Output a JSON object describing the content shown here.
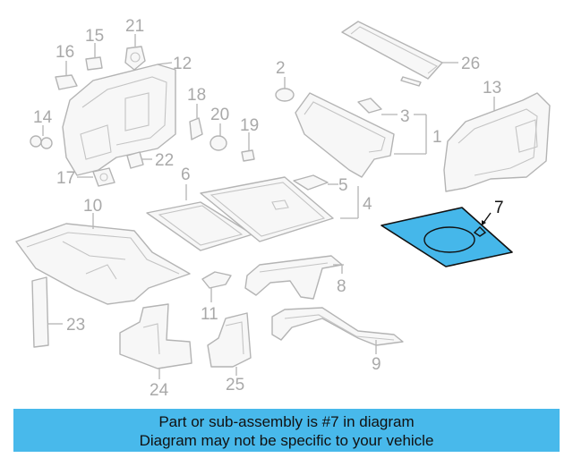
{
  "diagram": {
    "highlighted_part": "7",
    "highlight_color": "#45b7ea",
    "callouts": {
      "c1": "1",
      "c2": "2",
      "c3": "3",
      "c4": "4",
      "c5": "5",
      "c6": "6",
      "c7": "7",
      "c8": "8",
      "c9": "9",
      "c10": "10",
      "c11": "11",
      "c12": "12",
      "c13": "13",
      "c14": "14",
      "c15": "15",
      "c16": "16",
      "c17": "17",
      "c18": "18",
      "c19": "19",
      "c20": "20",
      "c21": "21",
      "c22": "22",
      "c23": "23",
      "c24": "24",
      "c25": "25",
      "c26": "26"
    }
  },
  "banner": {
    "line1": "Part or sub-assembly is #7 in diagram",
    "line2": "Diagram may not be specific to your vehicle",
    "color": "#48b9eb"
  }
}
